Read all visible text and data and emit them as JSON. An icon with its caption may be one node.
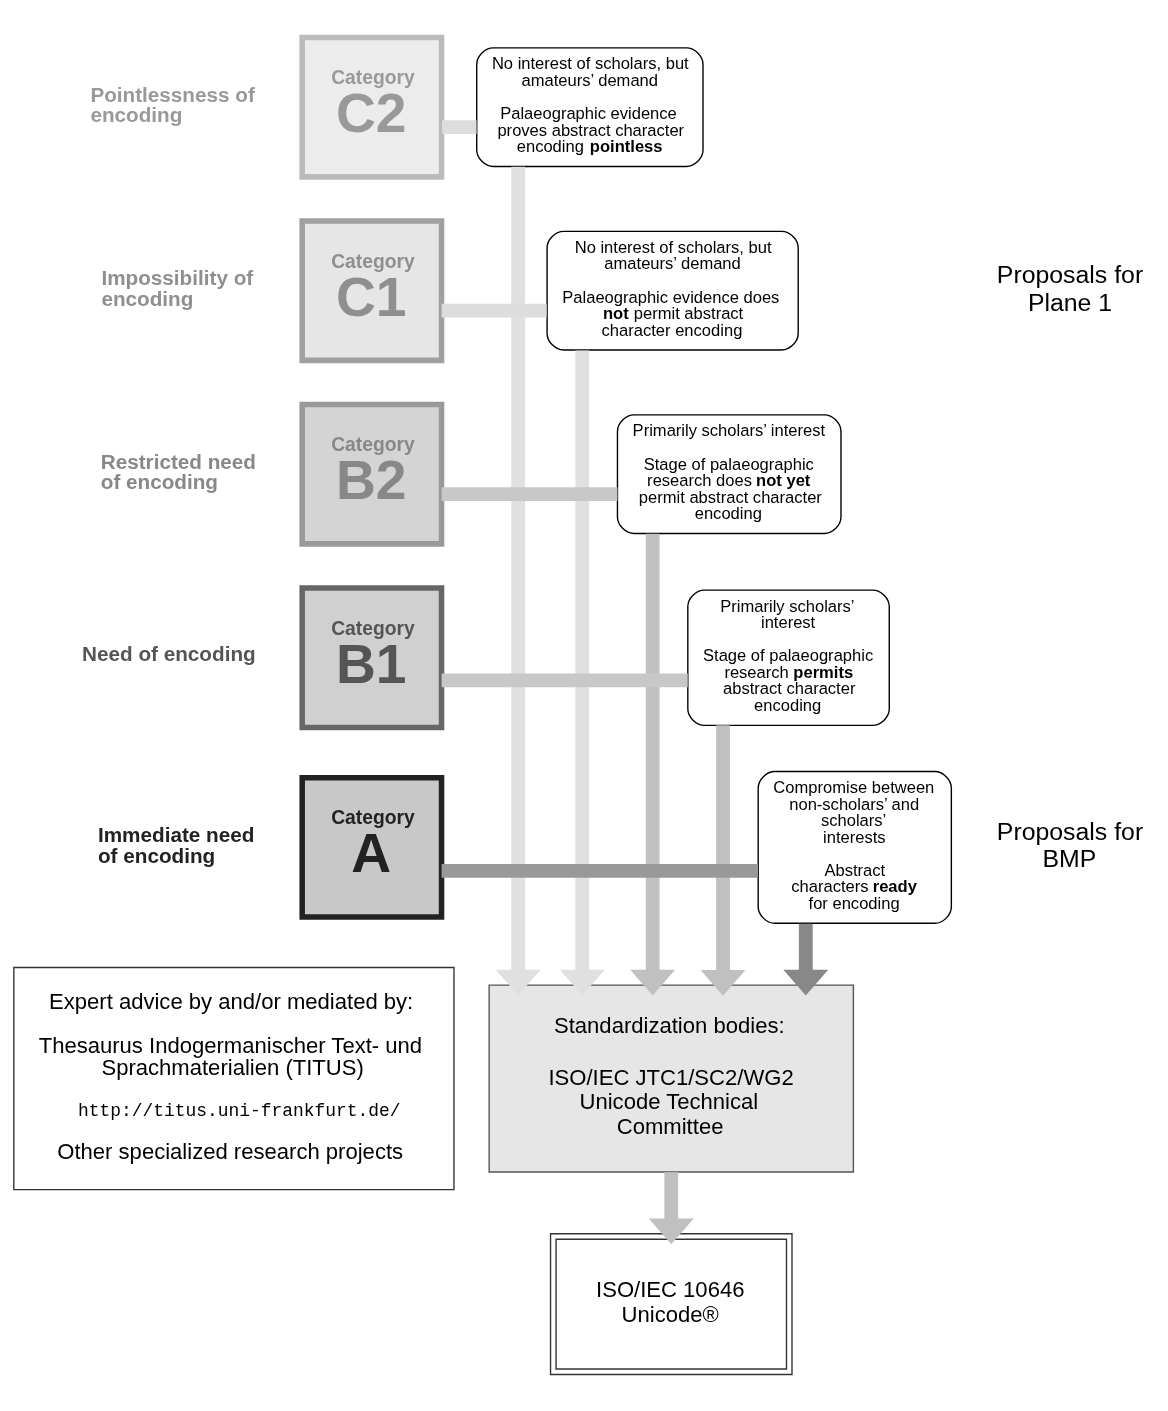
{
  "diagram": {
    "nodes": [
      {
        "text": [
          "Category",
          "C2"
        ],
        "beside": [
          "Pointlessness of encoding"
        ]
      },
      {
        "text": [
          "No interest of scholars, but amateurs’ demand",
          "Palaeographic evidence proves abstract character encoding **pointless**"
        ]
      },
      {
        "text": [
          "Category",
          "C1"
        ],
        "beside": [
          "Impossibility of encoding"
        ]
      },
      {
        "text": [
          "No interest of scholars, but amateurs’ demand",
          "Palaeographic evidence does **not** permit abstract character encoding"
        ]
      },
      {
        "text": [
          "Category",
          "B2"
        ],
        "beside": [
          "Restricted need of encoding"
        ]
      },
      {
        "text": [
          "Primarily scholars’ interest",
          "Stage of palaeographic research does **not yet** permit abstract character encoding"
        ]
      },
      {
        "text": [
          "Category",
          "B1"
        ],
        "beside": [
          "Need of encoding"
        ]
      },
      {
        "text": [
          "Primarily scholars’ interest",
          "Stage of palaeographic research **permits** abstract character encoding"
        ]
      },
      {
        "text": [
          "Category",
          "A"
        ],
        "beside": [
          "Immediate need of encoding"
        ]
      },
      {
        "text": [
          "Compromise between non-scholars’ and scholars’ interests",
          "Abstract characters **ready** for encoding"
        ]
      },
      {
        "text": [
          "Standardization bodies:",
          "ISO/IEC JTC1/SC2/WG2 Unicode Technical Committee"
        ]
      },
      {
        "text": [
          "Expert advice by and/or mediated by:",
          "Thesaurus Indogermanischer Text- und Sprachmaterialien (TITUS)",
          "http://titus.uni-frankfurt.de/",
          "Other specialized research projects"
        ]
      },
      {
        "text": [
          "ISO/IEC 10646 Unicode®"
        ]
      }
    ],
    "edges": [
      {
        "from": 0,
        "to": 1,
        "arrow": "none",
        "color": "#dddddd"
      },
      {
        "from": 2,
        "to": 3,
        "arrow": "none",
        "color": "#dddddd"
      },
      {
        "from": 4,
        "to": 5,
        "arrow": "none",
        "color": "#c8c8c8"
      },
      {
        "from": 6,
        "to": 7,
        "arrow": "none",
        "color": "#c8c8c8"
      },
      {
        "from": 8,
        "to": 9,
        "arrow": "none",
        "color": "#999999"
      },
      {
        "from": 9,
        "to": 10,
        "arrow": "to",
        "color": "#888888"
      },
      {
        "from": 7,
        "to": 10,
        "arrow": "to",
        "color": "#c0c0c0"
      },
      {
        "from": 5,
        "to": 10,
        "arrow": "to",
        "color": "#c0c0c0"
      },
      {
        "from": 3,
        "to": 10,
        "arrow": "to",
        "color": "#e0e0e0"
      },
      {
        "from": 1,
        "to": 10,
        "arrow": "to",
        "color": "#e0e0e0"
      },
      {
        "from": 10,
        "to": 12,
        "arrow": "to",
        "color": "#c0c0c0"
      }
    ],
    "labels": [
      "Proposals for Plane 1",
      "Proposals for BMP"
    ]
  }
}
